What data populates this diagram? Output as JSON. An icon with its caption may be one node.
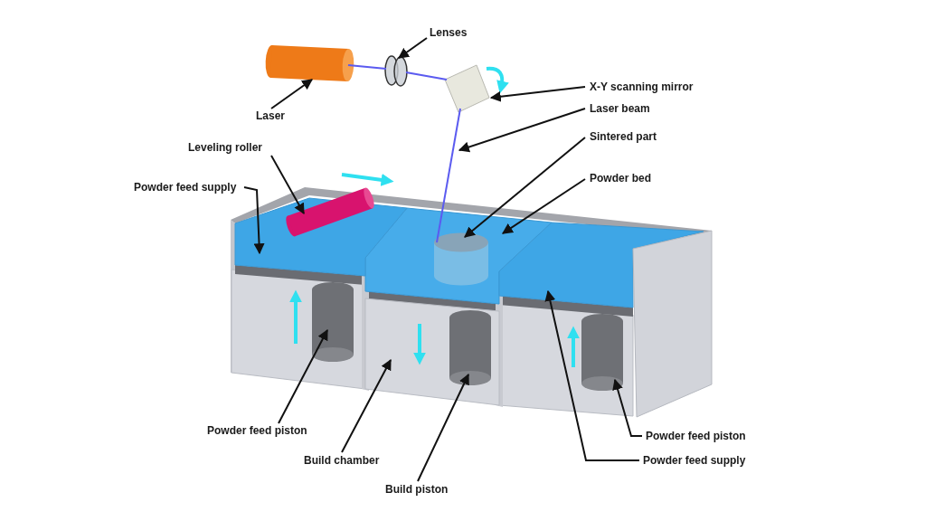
{
  "diagram": {
    "nodes": [
      {
        "text": [
          "Lenses"
        ]
      },
      {
        "text": [
          "Laser"
        ]
      },
      {
        "text": [
          "X-Y scanning mirror"
        ]
      },
      {
        "text": [
          "Laser beam"
        ]
      },
      {
        "text": [
          "Sintered part"
        ]
      },
      {
        "text": [
          "Leveling roller"
        ]
      },
      {
        "text": [
          "Powder bed"
        ]
      },
      {
        "text": [
          "Powder feed supply"
        ]
      },
      {
        "text": [
          "Powder feed piston"
        ]
      },
      {
        "text": [
          "Build chamber"
        ]
      },
      {
        "text": [
          "Build piston"
        ]
      },
      {
        "text": [
          "Powder feed piston"
        ]
      },
      {
        "text": [
          "Powder feed supply"
        ]
      },
      {
        "text": [],
        "shape": "cylinder"
      },
      {
        "text": [],
        "shape": "lens"
      },
      {
        "text": [],
        "shape": "box"
      },
      {
        "text": [],
        "shape": "cylinder",
        "in": 18
      },
      {
        "text": [],
        "shape": "cylinder"
      },
      {
        "text": [],
        "shape": "box"
      },
      {
        "text": [],
        "shape": "box"
      },
      {
        "text": [],
        "shape": "cylinder"
      },
      {
        "text": [],
        "shape": "box"
      },
      {
        "text": [],
        "shape": "cylinder",
        "in": 21
      },
      {
        "text": [],
        "shape": "cylinder"
      },
      {
        "text": [],
        "shape": "box"
      },
      {
        "text": [],
        "shape": "box"
      }
    ],
    "edges": [
      {
        "from": 13,
        "to": 14,
        "arrow": "none",
        "color": "#5b5bf0"
      },
      {
        "from": 14,
        "to": 15,
        "arrow": "none",
        "color": "#5b5bf0"
      },
      {
        "from": 15,
        "to": 16,
        "arrow": "none",
        "color": "#5b5bf0"
      },
      {
        "from": 0,
        "to": 14,
        "arrow": "to"
      },
      {
        "from": 1,
        "to": 13,
        "arrow": "to"
      },
      {
        "from": 2,
        "to": 15,
        "arrow": "to"
      },
      {
        "from": 3,
        "to": null,
        "arrow": "to"
      },
      {
        "from": 4,
        "to": 16,
        "arrow": "to"
      },
      {
        "from": 5,
        "to": 17,
        "arrow": "to"
      },
      {
        "from": 6,
        "to": 18,
        "arrow": "to"
      },
      {
        "from": 7,
        "to": 19,
        "arrow": "to"
      },
      {
        "from": 8,
        "to": 20,
        "arrow": "to"
      },
      {
        "from": 9,
        "to": 21,
        "arrow": "to"
      },
      {
        "from": 10,
        "to": 22,
        "arrow": "to"
      },
      {
        "from": 11,
        "to": 23,
        "arrow": "to"
      },
      {
        "from": 12,
        "to": 24,
        "arrow": "to"
      }
    ]
  }
}
